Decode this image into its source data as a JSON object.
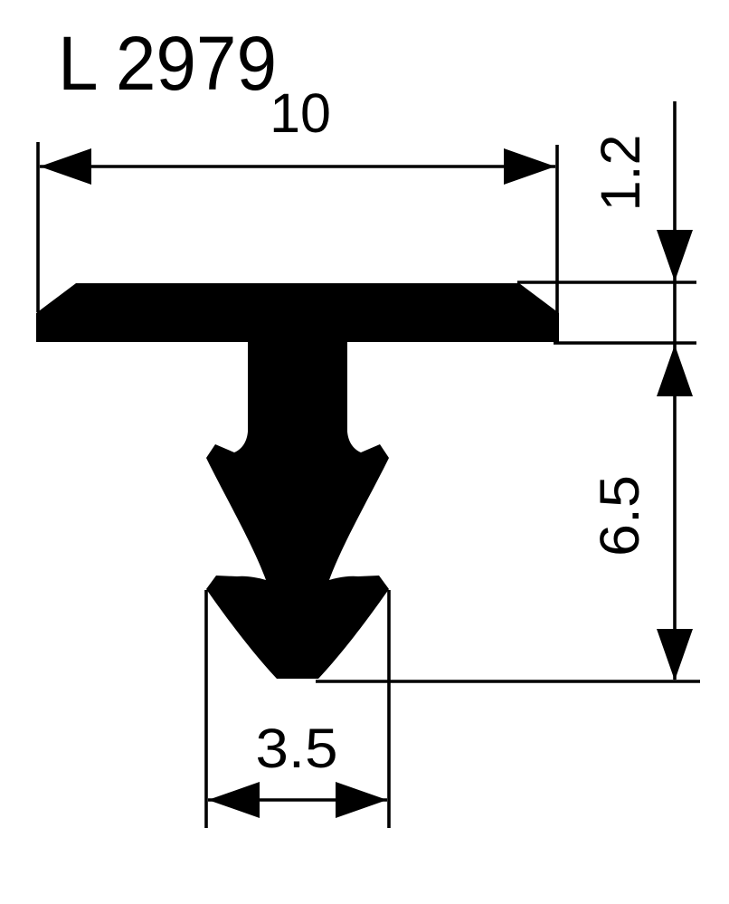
{
  "drawing": {
    "title": "L 2979",
    "colors": {
      "ink": "#000000",
      "background": "#ffffff"
    },
    "dimensions": {
      "overall_width": {
        "label": "10"
      },
      "flange_thickness": {
        "label": "1.2"
      },
      "stem_height": {
        "label": "6.5"
      },
      "foot_width": {
        "label": "3.5"
      }
    }
  }
}
